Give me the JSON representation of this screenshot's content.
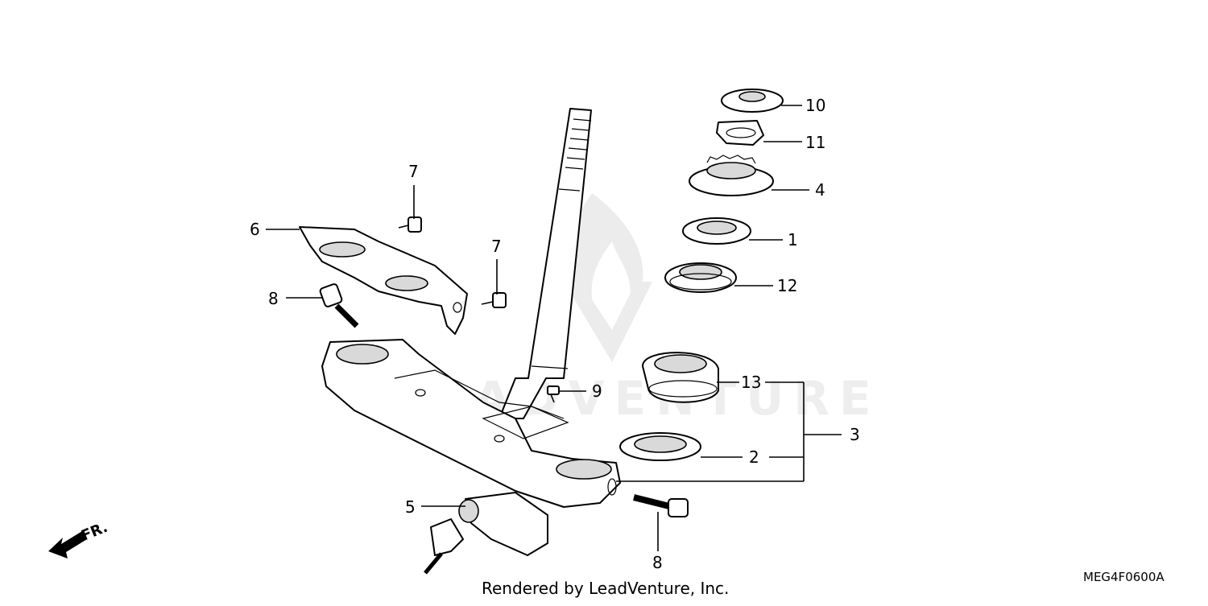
{
  "diagram": {
    "callouts": [
      {
        "id": "c10",
        "label": "10"
      },
      {
        "id": "c11",
        "label": "11"
      },
      {
        "id": "c4",
        "label": "4"
      },
      {
        "id": "c1",
        "label": "1"
      },
      {
        "id": "c12",
        "label": "12"
      },
      {
        "id": "c7a",
        "label": "7"
      },
      {
        "id": "c7b",
        "label": "7"
      },
      {
        "id": "c6",
        "label": "6"
      },
      {
        "id": "c8a",
        "label": "8"
      },
      {
        "id": "c9",
        "label": "9"
      },
      {
        "id": "c13",
        "label": "13"
      },
      {
        "id": "c3",
        "label": "3"
      },
      {
        "id": "c2",
        "label": "2"
      },
      {
        "id": "c5",
        "label": "5"
      },
      {
        "id": "c8b",
        "label": "8"
      }
    ],
    "front_indicator": "FR.",
    "footer_credit": "Rendered by LeadVenture, Inc.",
    "diagram_code": "MEG4F0600A",
    "watermark": "LEADVENTURE"
  }
}
